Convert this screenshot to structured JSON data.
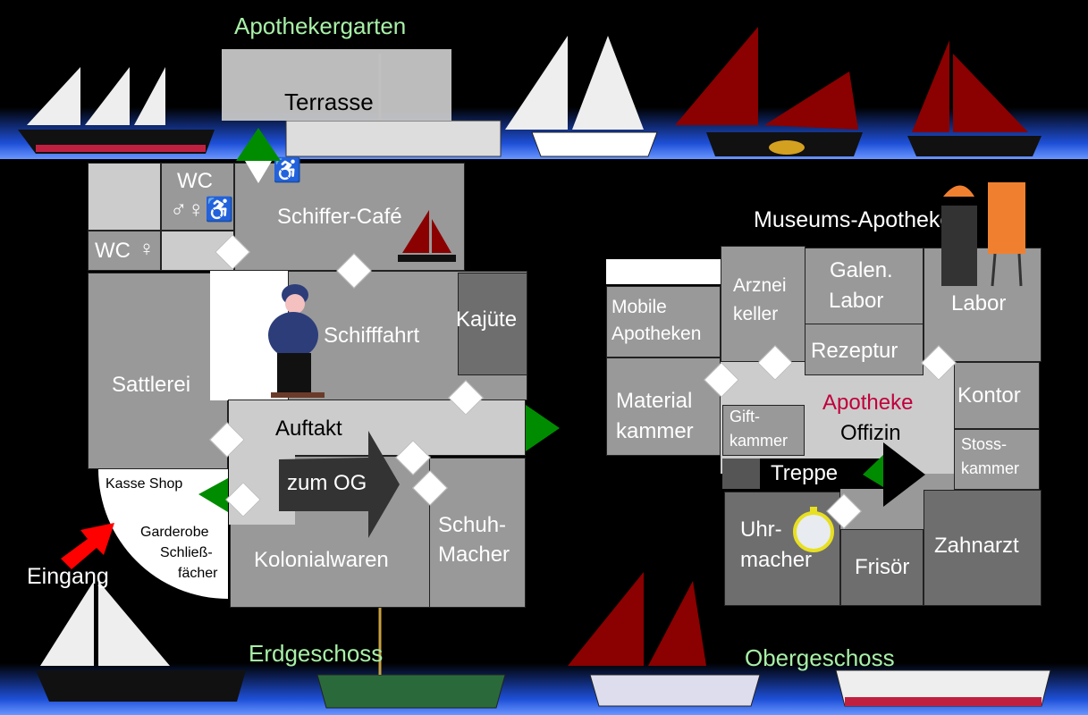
{
  "labels": {
    "apothekergarten": "Apothekergarten",
    "terrasse": "Terrasse",
    "wc1": "WC",
    "wc2": "WC",
    "schiffer_cafe": "Schiffer-Café",
    "schifffahrt": "Schifffahrt",
    "kajuete": "Kajüte",
    "sattlerei": "Sattlerei",
    "auftakt": "Auftakt",
    "zum_og": "zum OG",
    "kasse_shop": "Kasse Shop",
    "garderobe": "Garderobe",
    "schliess": "Schließ-",
    "faecher": "fächer",
    "eingang": "Eingang",
    "kolonialwaren": "Kolonialwaren",
    "schuh": "Schuh-",
    "macher": "Macher",
    "erdgeschoss": "Erdgeschoss",
    "museums_apotheke": "Museums-Apotheke",
    "mobile": "Mobile",
    "apotheken": "Apotheken",
    "arznei": "Arznei",
    "keller": "keller",
    "galen": "Galen.",
    "labor1": "Labor",
    "labor2": "Labor",
    "rezeptur": "Rezeptur",
    "material": "Material",
    "kammer": "kammer",
    "gift": "Gift-",
    "giftkammer": "kammer",
    "apotheke": "Apotheke",
    "offizin": "Offizin",
    "kontor": "Kontor",
    "stoss": "Stoss-",
    "stosskammer": "kammer",
    "treppe": "Treppe",
    "uhr": "Uhr-",
    "uhrmacher": "macher",
    "frisoer": "Frisör",
    "zahnarzt": "Zahnarzt",
    "obergeschoss": "Obergeschoss"
  },
  "colors": {
    "floor_label": "#a8f0a8",
    "apotheke_accent": "#c0003c",
    "exit_marker": "#008c00",
    "entrance_arrow": "#ff0000",
    "sail_red": "#8b0000"
  },
  "icons": [
    "wheelchair-icon",
    "male-icon",
    "female-icon",
    "door-marker-icon",
    "ship-icon",
    "pocket-watch-icon",
    "still-icon",
    "sailor-figure-icon"
  ]
}
